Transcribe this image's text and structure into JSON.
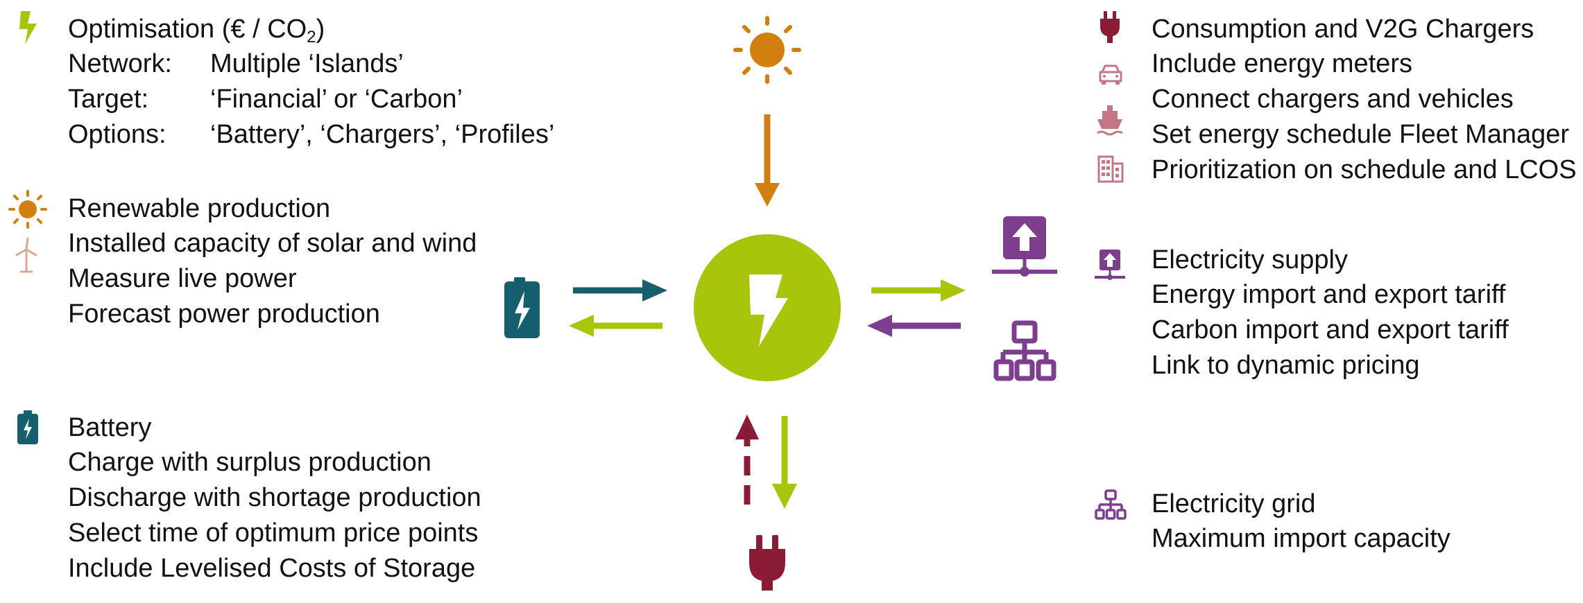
{
  "optimisation": {
    "title_main": "Optimisation (€ / CO",
    "title_sub": "2",
    "title_end": ")",
    "rows": [
      {
        "label": "Network:",
        "value": "Multiple ‘Islands’"
      },
      {
        "label": "Target:",
        "value": "‘Financial’ or ‘Carbon’"
      },
      {
        "label": "Options:",
        "value": "‘Battery’, ‘Chargers’, ‘Profiles’"
      }
    ]
  },
  "renewable": {
    "title": "Renewable production",
    "items": [
      "Installed capacity of solar and wind",
      "Measure live power",
      "Forecast power production"
    ]
  },
  "battery": {
    "title": "Battery",
    "items": [
      "Charge with surplus production",
      "Discharge with shortage production",
      "Select time of optimum price points",
      "Include Levelised Costs of Storage"
    ]
  },
  "consumption": {
    "title": "Consumption and V2G Chargers",
    "items": [
      "Include energy meters",
      "Connect chargers and vehicles",
      "Set energy schedule Fleet Manager",
      "Prioritization on schedule and LCOS"
    ]
  },
  "supply": {
    "title": "Electricity supply",
    "items": [
      "Energy import and export tariff",
      "Carbon import and export tariff",
      "Link to dynamic pricing"
    ]
  },
  "grid": {
    "title": "Electricity grid",
    "items": [
      "Maximum import capacity"
    ]
  },
  "colors": {
    "lime": "#a9c40b",
    "orange": "#d17f0e",
    "teal": "#155f6e",
    "maroon": "#8b1c35",
    "purple": "#7e3e8e",
    "pink": "#c37786",
    "tan": "#d9a88c"
  },
  "icons": {
    "optimisation": "lightning-icon",
    "renewable": [
      "sun-icon",
      "wind-turbine-icon"
    ],
    "battery": "battery-icon",
    "consumption": [
      "plug-icon",
      "car-icon",
      "ship-icon",
      "building-icon"
    ],
    "supply": "supply-tower-icon",
    "grid": "network-grid-icon"
  }
}
